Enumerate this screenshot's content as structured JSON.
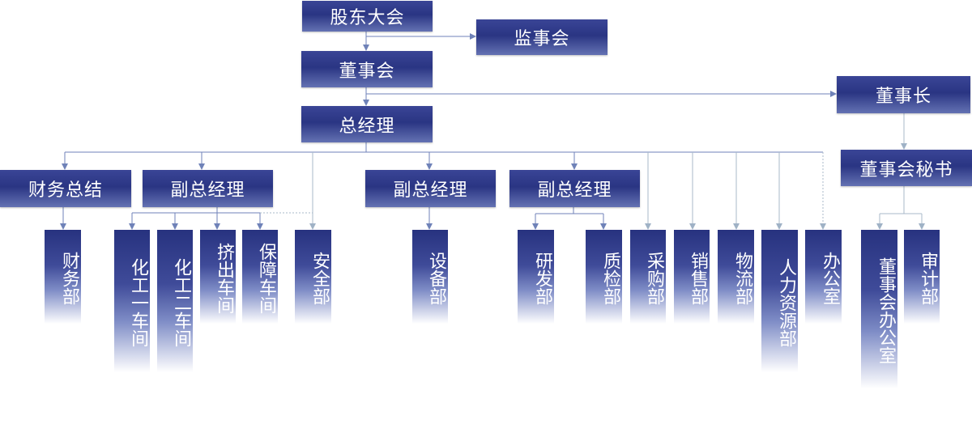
{
  "top": {
    "shareholders": "股东大会",
    "supervisors": "监事会",
    "board": "董事会",
    "chairman": "董事长",
    "general_manager": "总经理",
    "board_secretary": "董事会秘书"
  },
  "managers": {
    "finance_summary": "财务总结",
    "deputy_gm_1": "副总经理",
    "deputy_gm_2": "副总经理",
    "deputy_gm_3": "副总经理"
  },
  "departments": {
    "finance": "财务部",
    "chem_workshop_1": "化工一车间",
    "chem_workshop_2": "化工二车间",
    "extrusion_workshop": "挤出车间",
    "maintenance_workshop": "保障车间",
    "safety": "安全部",
    "equipment": "设备部",
    "rnd": "研发部",
    "quality": "质检部",
    "purchasing": "采购部",
    "sales": "销售部",
    "logistics": "物流部",
    "hr": "人力资源部",
    "office": "办公室",
    "board_office": "董事会办公室",
    "audit": "审计部"
  },
  "colors": {
    "box_dark": "#2a3583",
    "box_light": "#6472b3",
    "connector_blue": "#6f82b8",
    "connector_gray": "#a9b9c9"
  }
}
